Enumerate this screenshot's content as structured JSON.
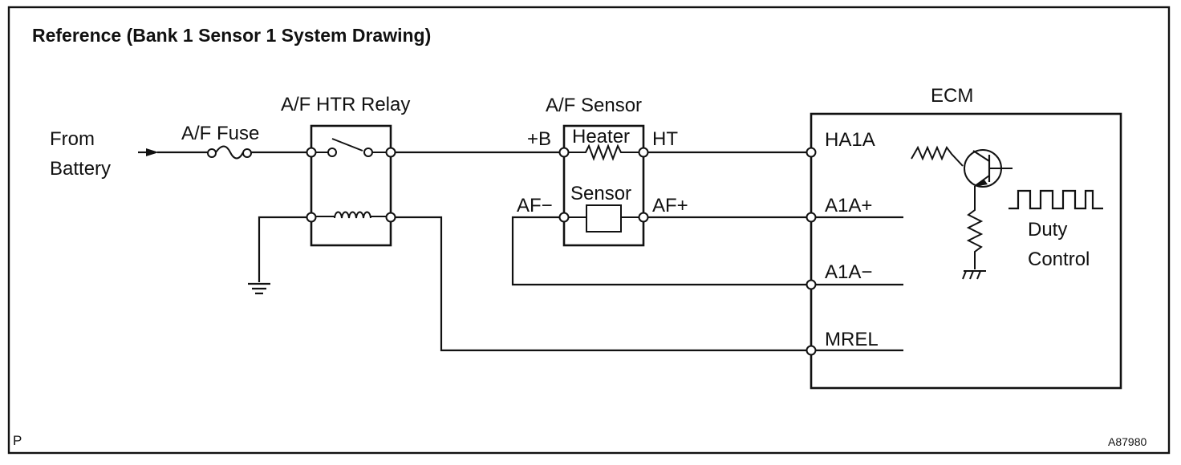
{
  "title": "Reference (Bank 1 Sensor 1 System Drawing)",
  "source": {
    "line1": "From",
    "line2": "Battery"
  },
  "fuse_label": "A/F Fuse",
  "relay_label": "A/F HTR Relay",
  "sensor": {
    "title": "A/F Sensor",
    "heater": "Heater",
    "element": "Sensor",
    "pin_b": "+B",
    "pin_ht": "HT",
    "pin_af_minus": "AF−",
    "pin_af_plus": "AF+"
  },
  "ecm": {
    "title": "ECM",
    "terminals": [
      "HA1A",
      "A1A+",
      "A1A−",
      "MREL"
    ],
    "duty_line1": "Duty",
    "duty_line2": "Control"
  },
  "corner_left": "P",
  "figure_code": "A87980"
}
